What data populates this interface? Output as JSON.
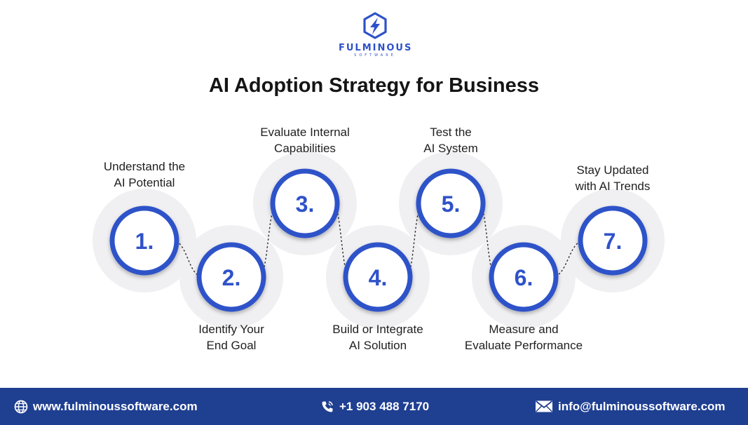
{
  "brand": {
    "name": "FULMINOUS",
    "tagline": "SOFTWARE",
    "primary_color": "#2f52c9",
    "footer_color": "#1f3f91",
    "logo_icon": "lightning-hexagon-icon"
  },
  "title": "AI Adoption Strategy for Business",
  "steps": [
    {
      "number": "1.",
      "label": [
        "Understand the",
        "AI Potential"
      ]
    },
    {
      "number": "2.",
      "label": [
        "Identify Your",
        "End Goal"
      ]
    },
    {
      "number": "3.",
      "label": [
        "Evaluate Internal",
        "Capabilities"
      ]
    },
    {
      "number": "4.",
      "label": [
        "Build or Integrate",
        "AI Solution"
      ]
    },
    {
      "number": "5.",
      "label": [
        "Test the",
        "AI System"
      ]
    },
    {
      "number": "6.",
      "label": [
        "Measure and",
        "Evaluate Performance"
      ]
    },
    {
      "number": "7.",
      "label": [
        "Stay Updated",
        "with AI Trends"
      ]
    }
  ],
  "footer": {
    "website": "www.fulminoussoftware.com",
    "phone": "+1 903 488 7170",
    "email": "info@fulminoussoftware.com",
    "website_icon": "globe-icon",
    "phone_icon": "phone-icon",
    "email_icon": "envelope-icon"
  }
}
